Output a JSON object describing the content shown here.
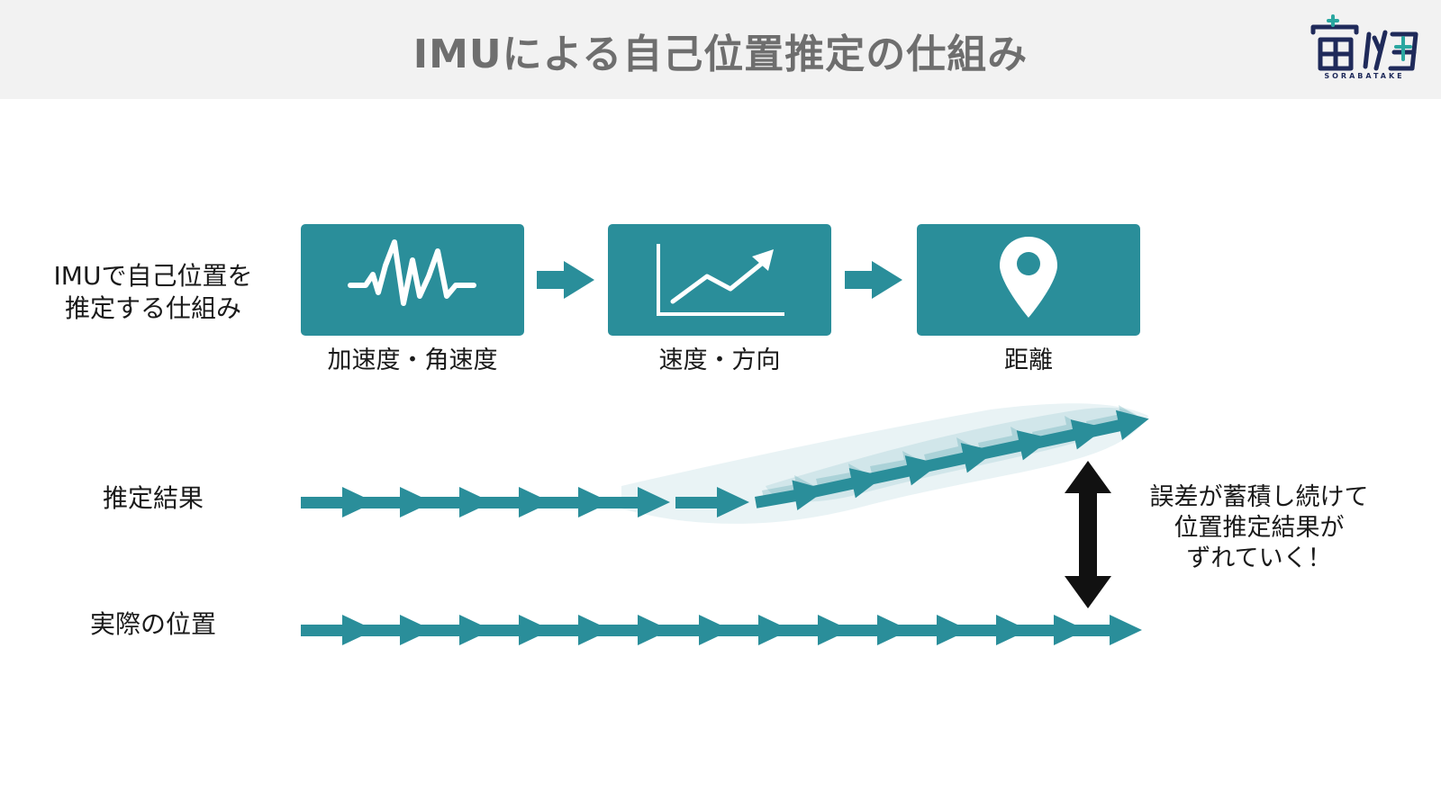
{
  "header": {
    "title": "IMUによる自己位置推定の仕組み",
    "logo_text": "SORABATAKE"
  },
  "colors": {
    "accent": "#2a8e9a",
    "header_bg": "#f2f2f2",
    "title": "#6e6e6e"
  },
  "left_labels": {
    "mechanism_line1": "IMUで自己位置を",
    "mechanism_line2": "推定する仕組み",
    "estimate": "推定結果",
    "actual": "実際の位置"
  },
  "flow": [
    {
      "label": "加速度・角速度",
      "icon": "waveform-icon"
    },
    {
      "label": "速度・方向",
      "icon": "rising-chart-icon"
    },
    {
      "label": "距離",
      "icon": "location-pin-icon"
    }
  ],
  "note": {
    "line1": "誤差が蓄積し続けて",
    "line2": "位置推定結果が",
    "line3": "ずれていく！"
  }
}
